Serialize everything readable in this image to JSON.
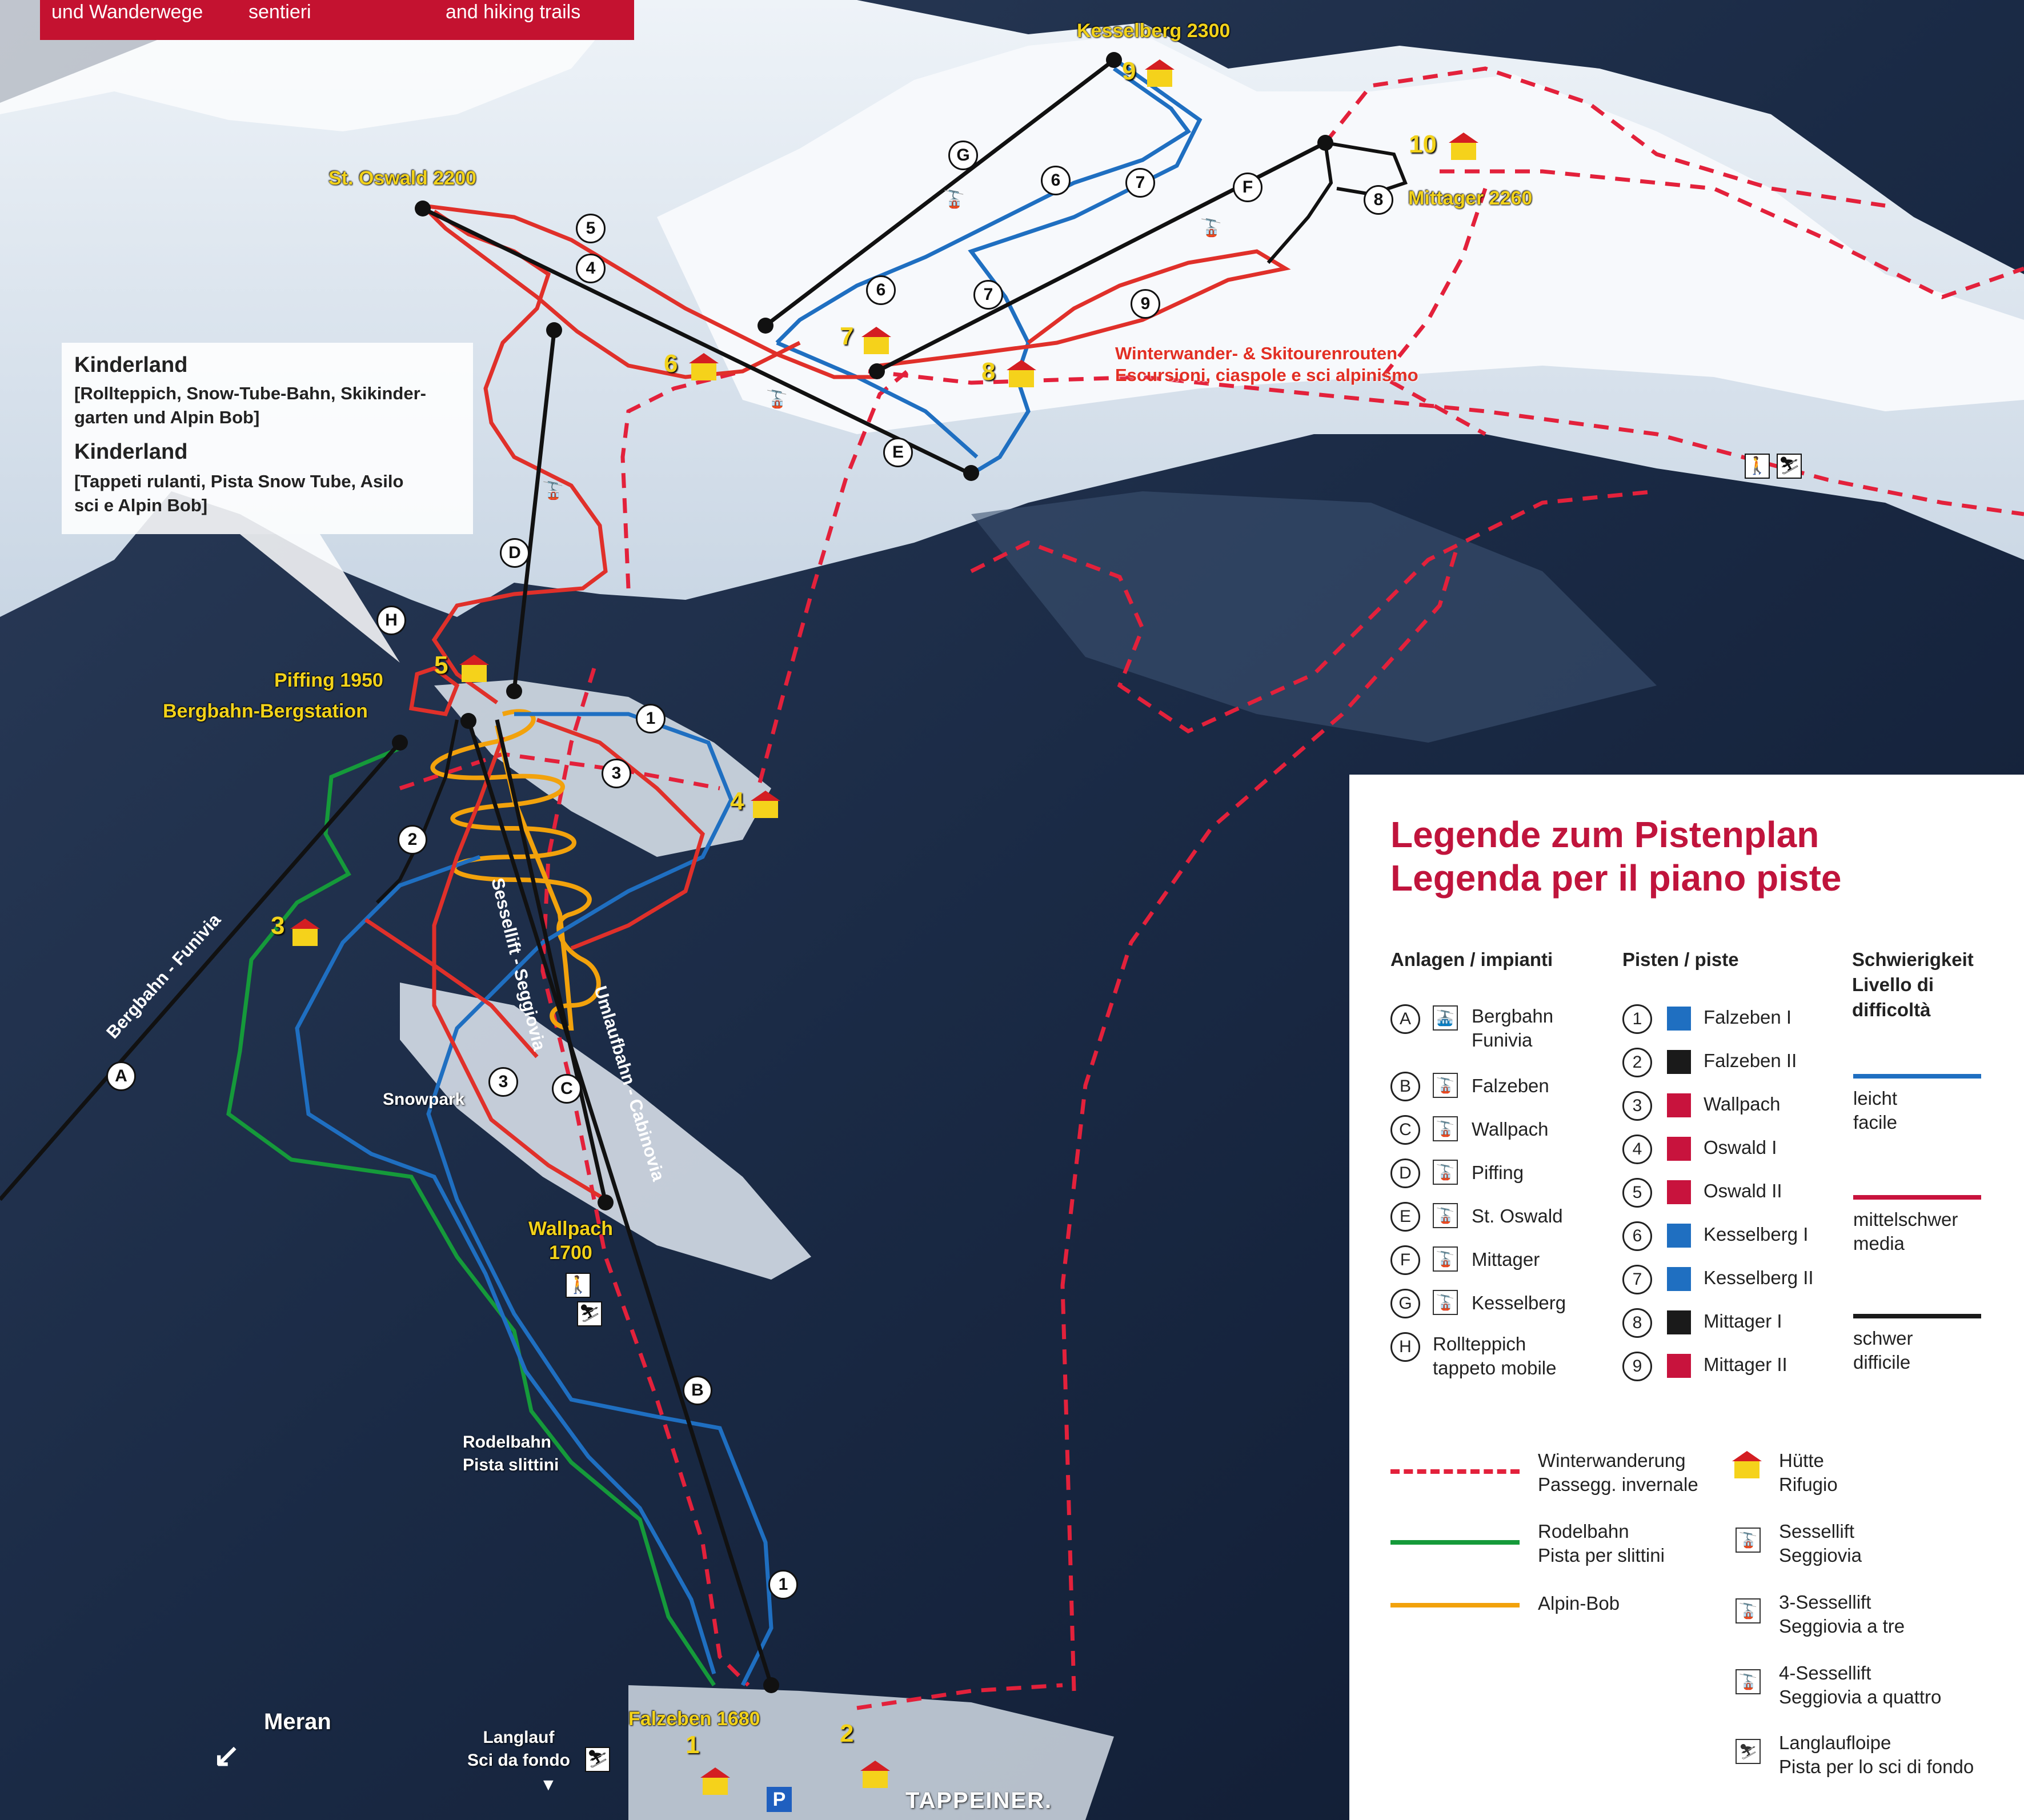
{
  "banner": {
    "col1": "und Wanderwege",
    "col2": "sentieri",
    "col3": "and hiking trails"
  },
  "places": {
    "kesselberg": "Kesselberg  2300",
    "st_oswald": "St. Oswald  2200",
    "mittager": "Mittager 2260",
    "piffing": "Piffing 1950",
    "bergstation": "Bergbahn-Bergstation",
    "wallpach": "Wallpach\n1700",
    "falzeben": "Falzeben 1680",
    "snowpark": "Snowpark",
    "rodelbahn": "Rodelbahn\nPista slittini",
    "langlauf": "Langlauf\nSci da fondo",
    "meran": "Meran",
    "tappeiner": "TAPPEINER.",
    "parking": "P",
    "winter_route": "Winterwander- & Skitourenrouten\nEscursioni, ciaspole e sci alpinismo"
  },
  "lift_labels": {
    "bergbahn": "Bergbahn - Funivia",
    "sessellift": "Sessellift - Seggiovia",
    "umlaufbahn": "Umlaufbahn - Cabinovia"
  },
  "kinderland": {
    "title_de": "Kinderland",
    "text_de": "[Rollteppich, Snow-Tube-Bahn, Skikinder-\ngarten und Alpin Bob]",
    "title_it": "Kinderland",
    "text_it": "[Tappeti rulanti, Pista Snow Tube, Asilo\nsci e Alpin Bob]"
  },
  "markers": {
    "lifts": [
      "A",
      "B",
      "C",
      "D",
      "E",
      "F",
      "G",
      "H"
    ],
    "pistes": [
      "1",
      "1",
      "2",
      "3",
      "3",
      "4",
      "5",
      "6",
      "6",
      "7",
      "7",
      "8",
      "9"
    ],
    "huts": [
      "1",
      "2",
      "3",
      "4",
      "5",
      "6",
      "7",
      "8",
      "9",
      "10"
    ]
  },
  "legend": {
    "title1": "Legende zum Pistenplan",
    "title2": "Legenda per il piano piste",
    "col_anlagen": "Anlagen / impianti",
    "col_pisten": "Pisten / piste",
    "col_schwierigkeit": "Schwierigkeit\nLivello di\ndifficoltà",
    "anlagen": [
      {
        "code": "A",
        "name": "Bergbahn\nFunivia"
      },
      {
        "code": "B",
        "name": "Falzeben"
      },
      {
        "code": "C",
        "name": "Wallpach"
      },
      {
        "code": "D",
        "name": "Piffing"
      },
      {
        "code": "E",
        "name": "St. Oswald"
      },
      {
        "code": "F",
        "name": "Mittager"
      },
      {
        "code": "G",
        "name": "Kesselberg"
      },
      {
        "code": "H",
        "name": "Rollteppich\ntappeto mobile"
      }
    ],
    "pisten": [
      {
        "num": "1",
        "name": "Falzeben I",
        "color": "#1f6fc1"
      },
      {
        "num": "2",
        "name": "Falzeben II",
        "color": "#1a1a1a"
      },
      {
        "num": "3",
        "name": "Wallpach",
        "color": "#c8133d"
      },
      {
        "num": "4",
        "name": "Oswald I",
        "color": "#c8133d"
      },
      {
        "num": "5",
        "name": "Oswald II",
        "color": "#c8133d"
      },
      {
        "num": "6",
        "name": "Kesselberg I",
        "color": "#1f6fc1"
      },
      {
        "num": "7",
        "name": "Kesselberg II",
        "color": "#1f6fc1"
      },
      {
        "num": "8",
        "name": "Mittager I",
        "color": "#1a1a1a"
      },
      {
        "num": "9",
        "name": "Mittager II",
        "color": "#c8133d"
      }
    ],
    "difficulty": [
      {
        "label": "leicht\nfacile",
        "color": "#1f6fc1"
      },
      {
        "label": "mittelschwer\nmedia",
        "color": "#c8133d"
      },
      {
        "label": "schwer\ndifficile",
        "color": "#1a1a1a"
      }
    ],
    "lines": [
      {
        "label": "Winterwanderung\nPassegg. invernale",
        "color": "#e3213b",
        "style": "dashed"
      },
      {
        "label": "Rodelbahn\nPista per slittini",
        "color": "#159a3a",
        "style": "solid"
      },
      {
        "label": "Alpin-Bob",
        "color": "#f2a20c",
        "style": "solid"
      }
    ],
    "symbols": [
      {
        "icon": "hut-icon",
        "label": "Hütte\nRifugio"
      },
      {
        "icon": "chairlift-icon",
        "label": "Sessellift\nSeggiovia"
      },
      {
        "icon": "chairlift-3-icon",
        "label": "3-Sessellift\nSeggiovia a tre"
      },
      {
        "icon": "chairlift-4-icon",
        "label": "4-Sessellift\nSeggiovia a quattro"
      },
      {
        "icon": "crosscountry-icon",
        "label": "Langlaufloipe\nPista per lo sci di fondo"
      }
    ]
  },
  "colors": {
    "easy": "#1f6fc1",
    "medium": "#e0302a",
    "hard": "#111111",
    "sledge": "#159a3a",
    "bob": "#f2a20c",
    "hiking": "#e3213b",
    "hut_roof": "#d41e22",
    "hut_wall": "#f5d21b"
  }
}
